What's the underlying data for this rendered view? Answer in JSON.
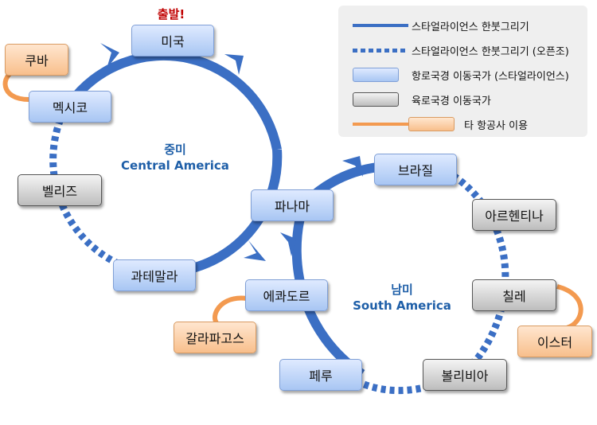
{
  "start_label": "출발!",
  "regions": {
    "central": {
      "name": "중미",
      "name_en": "Central America"
    },
    "south": {
      "name": "남미",
      "name_en": "South America"
    }
  },
  "nodes": {
    "mexico_city": "미국",
    "cuba": "쿠바",
    "mexico": "멕시코",
    "belize": "벨리즈",
    "guatemala": "과테말라",
    "panama": "파나마",
    "brazil": "브라질",
    "argentina": "아르헨티나",
    "chile": "칠레",
    "easter": "이스터",
    "bolivia": "볼리비아",
    "peru": "페루",
    "ecuador": "에콰도르",
    "galapagos": "갈라파고스"
  },
  "legend": {
    "star_alliance": "스타얼라이언스 한붓그리기",
    "star_alliance_open": "스타얼라이언스 한붓그리기 (오픈조)",
    "air_move": "항로국경 이동국가 (스타얼라이언스)",
    "land_move": "육로국경 이동국가",
    "other_airline": "타 항공사 이용"
  },
  "colors": {
    "route": "#3b6fc4",
    "other_airline": "#f39a50",
    "start": "#c00000",
    "region_text": "#1f5fa8"
  }
}
